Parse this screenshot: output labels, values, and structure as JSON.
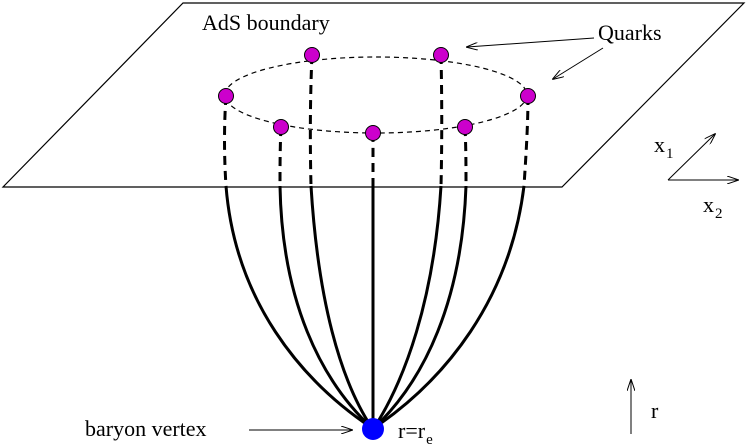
{
  "labels": {
    "boundary": "AdS boundary",
    "quarks": "Quarks",
    "vertex": "baryon vertex",
    "x1_base": "x",
    "x1_sub": "1",
    "x2_base": "x",
    "x2_sub": "2",
    "r_axis": "r",
    "r_eq_base": "r=r",
    "r_eq_sub": "e"
  },
  "colors": {
    "quark": "#cc00cc",
    "vertex": "#0000ff",
    "line": "#000000"
  }
}
